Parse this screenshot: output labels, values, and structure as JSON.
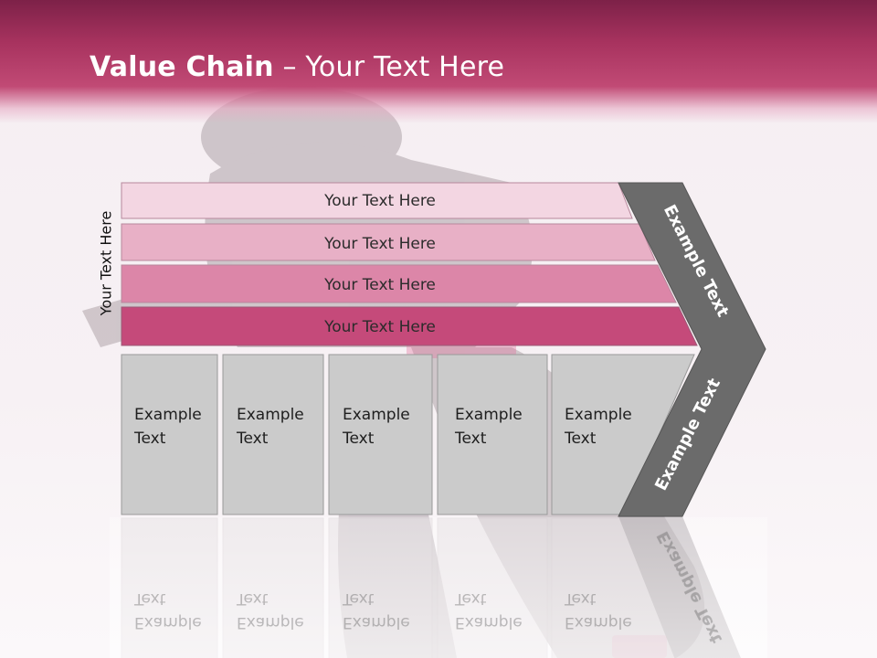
{
  "title": {
    "bold": "Value Chain",
    "rest": " – Your Text Here"
  },
  "side_label": "Your Text Here",
  "bars": [
    {
      "label": "Your Text Here",
      "color": "#f3d6e2"
    },
    {
      "label": "Your Text Here",
      "color": "#e8b0c6"
    },
    {
      "label": "Your Text Here",
      "color": "#dc86a8"
    },
    {
      "label": "Your Text Here",
      "color": "#c54a7a"
    }
  ],
  "boxes": [
    {
      "line1": "Example",
      "line2": "Text"
    },
    {
      "line1": "Example",
      "line2": "Text"
    },
    {
      "line1": "Example",
      "line2": "Text"
    },
    {
      "line1": "Example",
      "line2": "Text"
    },
    {
      "line1": "Example",
      "line2": "Text"
    }
  ],
  "arrow": {
    "upper": "Example Text",
    "lower": "Example Text",
    "color": "#6b6b6b"
  },
  "colors": {
    "box": "#cbcbcb",
    "box_border": "#9a9a9a",
    "header": "#a8335f"
  }
}
